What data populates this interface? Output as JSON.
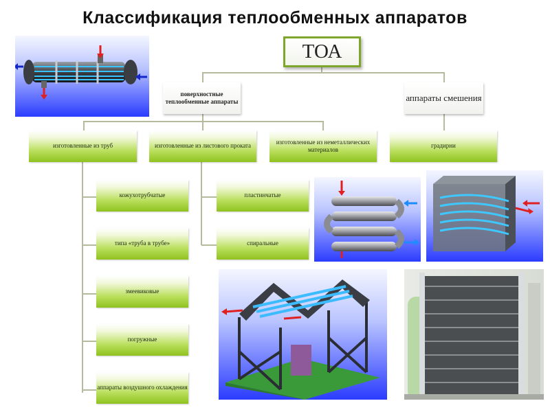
{
  "title": "Классификация теплообменных аппаратов",
  "root": "ТОА",
  "level1": [
    "поверхностные теплообменные аппараты",
    "аппараты смешения"
  ],
  "level2": [
    "изготовленные из труб",
    "изготовленные из листового проката",
    "изготовленные из неметаллических материалов",
    "градирни"
  ],
  "tube_types": [
    "кожухотрубчатые",
    "типа «труба в трубе»",
    "змеевиковые",
    "погружные",
    "аппараты воздушного охлаждения"
  ],
  "sheet_types": [
    "пластинчатые",
    "спиральные"
  ],
  "images": [
    "shell-and-tube-exchanger",
    "tube-in-tube-exchanger",
    "coil-exchanger",
    "air-cooled-exchanger",
    "plate-exchanger-photo"
  ]
}
